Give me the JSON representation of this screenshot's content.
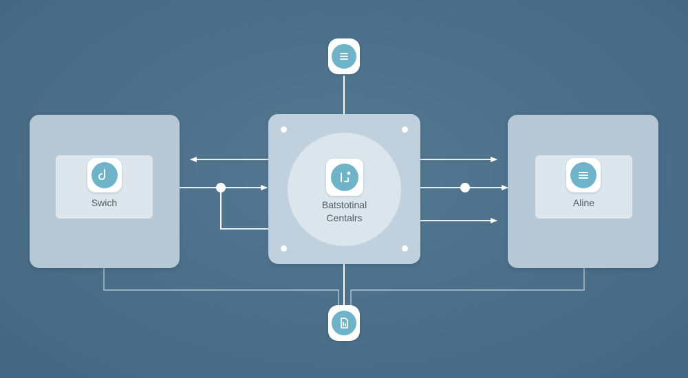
{
  "diagram": {
    "left_block": {
      "label": "Swich",
      "icon": "hook-icon"
    },
    "center_block": {
      "label_line1": "Batstotinal",
      "label_line2": "Centalrs",
      "icon": "chart-app-icon"
    },
    "right_block": {
      "label": "Aline",
      "icon": "menu-lines-icon"
    },
    "top_node": {
      "icon": "menu-lines-icon"
    },
    "bottom_node": {
      "icon": "document-icon"
    },
    "colors": {
      "background": "#4b6e88",
      "panel": "#b9cad7",
      "card": "#dde6ed",
      "icon_accent": "#6fb3c8",
      "connector": "#ffffff"
    }
  }
}
